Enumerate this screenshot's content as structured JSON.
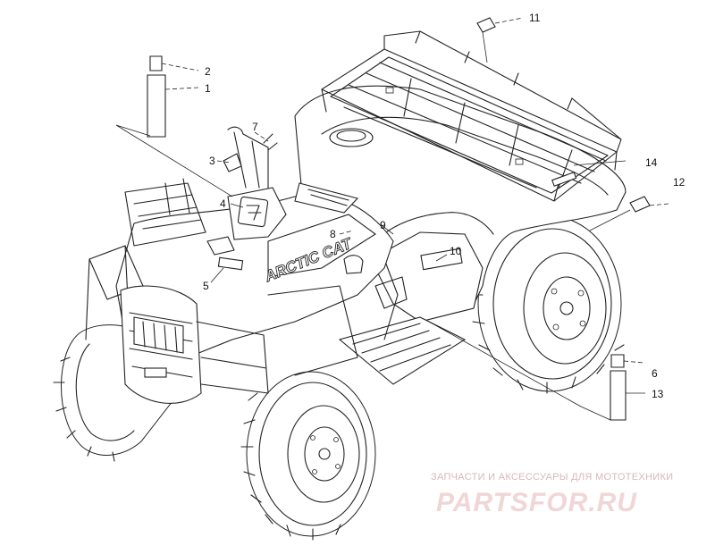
{
  "callouts": [
    {
      "id": "c1",
      "label": "1"
    },
    {
      "id": "c2",
      "label": "2"
    },
    {
      "id": "c3",
      "label": "3"
    },
    {
      "id": "c4",
      "label": "4"
    },
    {
      "id": "c5",
      "label": "5"
    },
    {
      "id": "c6",
      "label": "6"
    },
    {
      "id": "c7",
      "label": "7"
    },
    {
      "id": "c8",
      "label": "8"
    },
    {
      "id": "c9",
      "label": "9"
    },
    {
      "id": "c10",
      "label": "10"
    },
    {
      "id": "c11",
      "label": "11"
    },
    {
      "id": "c12",
      "label": "12"
    },
    {
      "id": "c13",
      "label": "13"
    },
    {
      "id": "c14",
      "label": "14"
    }
  ],
  "decal_text": {
    "fender_decal": "ARCTIC CAT"
  },
  "watermark": {
    "tagline": "ЗАПЧАСТИ И АКСЕССУАРЫ ДЛЯ МОТОТЕХНИКИ",
    "logo": "PARTSFOR.RU"
  }
}
